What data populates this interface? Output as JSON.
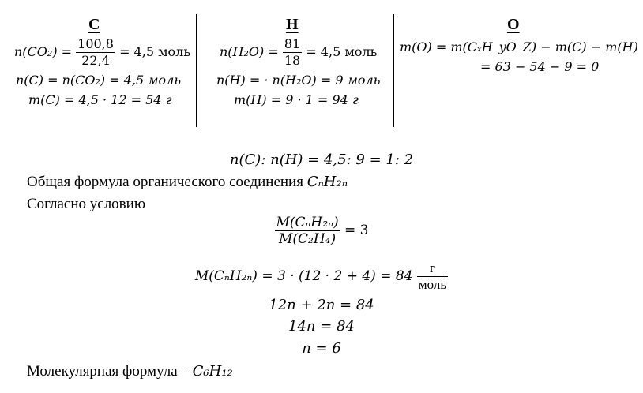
{
  "columns": [
    {
      "title": "C",
      "lines": [
        {
          "lhs": "n(CO₂) =",
          "num": "100,8",
          "den": "22,4",
          "rhs": "= 4,5 моль"
        },
        {
          "text": "n(C) = n(CO₂) = 4,5 моль"
        },
        {
          "text": "m(C) = 4,5 · 12 = 54 г"
        }
      ]
    },
    {
      "title": "H",
      "lines": [
        {
          "lhs": "n(H₂O) =",
          "num": "81",
          "den": "18",
          "rhs": "= 4,5 моль"
        },
        {
          "text": "n(H) = · n(H₂O) = 9 моль"
        },
        {
          "text": "m(H) = 9 · 1 = 94 г"
        }
      ]
    },
    {
      "title": "O",
      "lines": [
        {
          "text": "m(O) = m(CₓH_yO_Z) − m(C) − m(H) ="
        },
        {
          "text": "= 63 − 54 − 9 = 0"
        }
      ]
    }
  ],
  "body": {
    "ratio": "n(C): n(H) = 4,5: 9 = 1: 2",
    "general_formula_text": "Общая формула органического соединения",
    "general_formula": "CₙH₂ₙ",
    "condition_text": "Согласно условию",
    "eq1_num": "M(CₙH₂ₙ)",
    "eq1_den": "M(C₂H₄)",
    "eq1_rhs": "= 3",
    "eq2_lhs": "M(CₙH₂ₙ) = 3 · (12 · 2 + 4) = 84",
    "eq2_unit_num": "г",
    "eq2_unit_den": "моль",
    "eq3": "12n + 2n = 84",
    "eq4": "14n = 84",
    "eq5": "n = 6",
    "molecular_text": "Молекулярная формула –",
    "molecular_formula": "C₆H₁₂"
  }
}
